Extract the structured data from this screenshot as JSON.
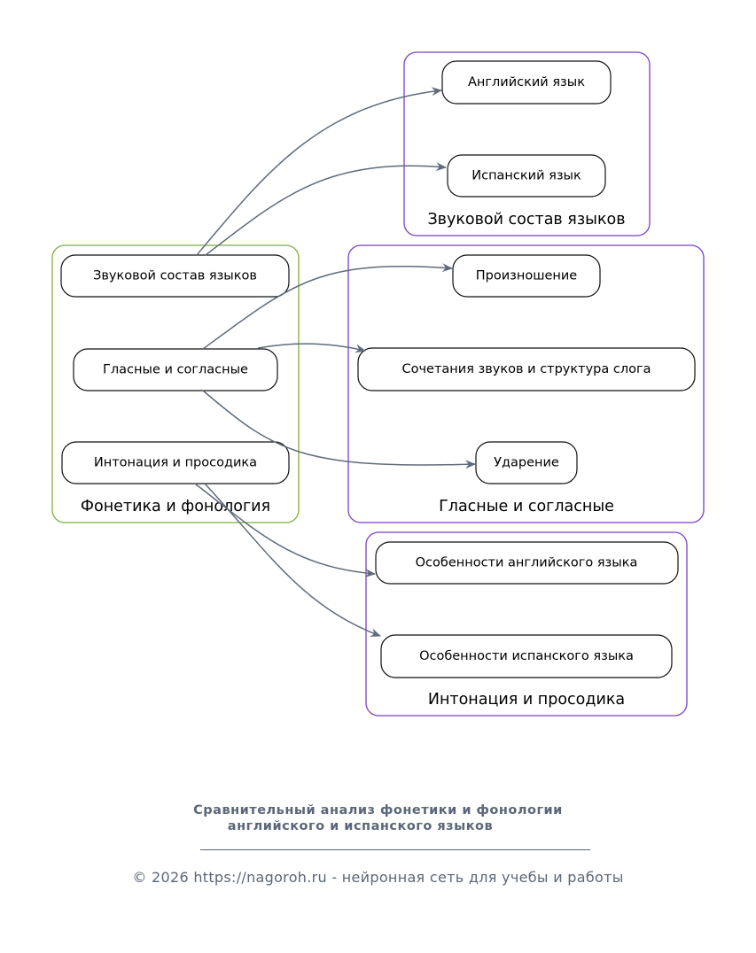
{
  "colors": {
    "root_cluster": "#7fad3a",
    "child_cluster": "#7a3fc7",
    "edge": "#5f6b7a",
    "footer_text": "#5b6778"
  },
  "clusters": {
    "root": {
      "label": "Фонетика и фонология"
    },
    "sound": {
      "label": "Звуковой состав языков"
    },
    "vowels": {
      "label": "Гласные и согласные"
    },
    "intonation": {
      "label": "Интонация и просодика"
    }
  },
  "nodes": {
    "root_sound": "Звуковой состав языков",
    "root_vowels": "Гласные и согласные",
    "root_intonation": "Интонация и просодика",
    "english": "Английский язык",
    "spanish": "Испанский язык",
    "pronunciation": "Произношение",
    "syllable": "Сочетания звуков и структура слога",
    "stress": "Ударение",
    "feat_english": "Особенности английского языка",
    "feat_spanish": "Особенности испанского языка"
  },
  "edges": [
    {
      "from": "root_sound",
      "to": "english"
    },
    {
      "from": "root_sound",
      "to": "spanish"
    },
    {
      "from": "root_vowels",
      "to": "pronunciation"
    },
    {
      "from": "root_vowels",
      "to": "syllable"
    },
    {
      "from": "root_vowels",
      "to": "stress"
    },
    {
      "from": "root_intonation",
      "to": "feat_english"
    },
    {
      "from": "root_intonation",
      "to": "feat_spanish"
    }
  ],
  "footer": {
    "title_line1": "Сравнительный анализ фонетики и фонологии",
    "title_line2": "английского и испанского языков",
    "copyright": "© 2026 https://nagoroh.ru - нейронная сеть для учебы и работы"
  }
}
